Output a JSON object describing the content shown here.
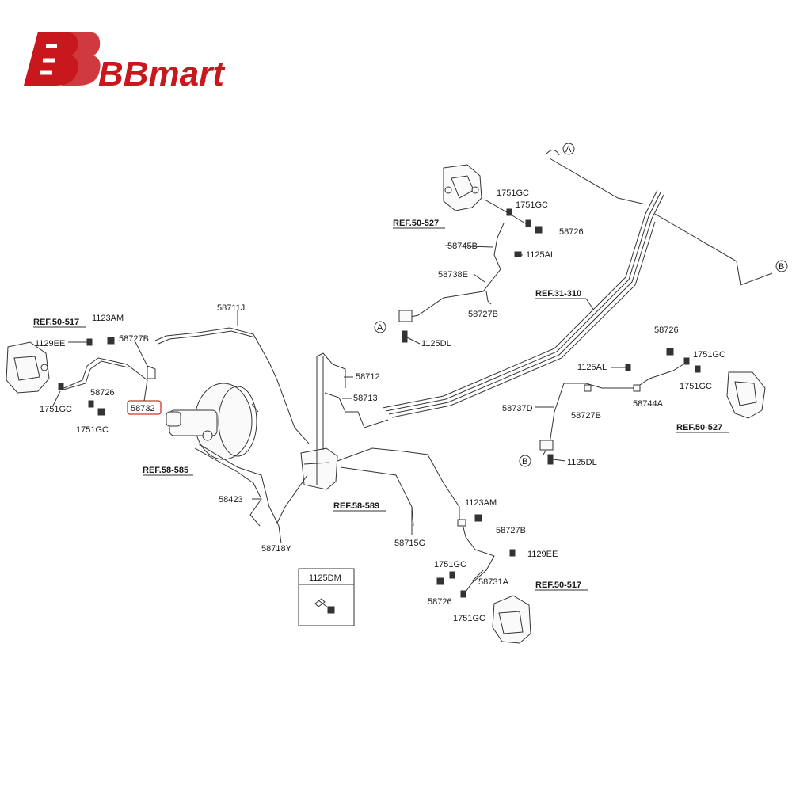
{
  "brand": {
    "name": "BBmart",
    "color": "#c8171d"
  },
  "highlight_color": "#d0342c",
  "labels": {
    "l58711J": "58711J",
    "l58712": "58712",
    "l58713": "58713",
    "l58715G": "58715G",
    "l58718Y": "58718Y",
    "l58423": "58423",
    "l58732": "58732",
    "l58727B_a": "58727B",
    "l58727B_b": "58727B",
    "l58727B_c": "58727B",
    "l58727B_d": "58727B",
    "l58726_a": "58726",
    "l58726_b": "58726",
    "l58726_c": "58726",
    "l58726_d": "58726",
    "l1751GC_a": "1751GC",
    "l1751GC_b": "1751GC",
    "l1751GC_c": "1751GC",
    "l1751GC_d": "1751GC",
    "l1751GC_e": "1751GC",
    "l1751GC_f": "1751GC",
    "l1751GC_g": "1751GC",
    "l1751GC_h": "1751GC",
    "l1123AM_a": "1123AM",
    "l1123AM_b": "1123AM",
    "l1129EE_a": "1129EE",
    "l1129EE_b": "1129EE",
    "l1125AL_a": "1125AL",
    "l1125AL_b": "1125AL",
    "l1125DL_a": "1125DL",
    "l1125DL_b": "1125DL",
    "l58745B": "58745B",
    "l58738E": "58738E",
    "l58737D": "58737D",
    "l58744A": "58744A",
    "l58731A": "58731A",
    "box_1125DM": "1125DM",
    "markerA1": "A",
    "markerA2": "A",
    "markerB1": "B",
    "markerB2": "B"
  },
  "refs": {
    "ref50517_left": "REF.50-517",
    "ref50527_top": "REF.50-527",
    "ref31310": "REF.31-310",
    "ref50527_right": "REF.50-527",
    "ref58585": "REF.58-585",
    "ref58589": "REF.58-589",
    "ref50517_bottom": "REF.50-517"
  }
}
